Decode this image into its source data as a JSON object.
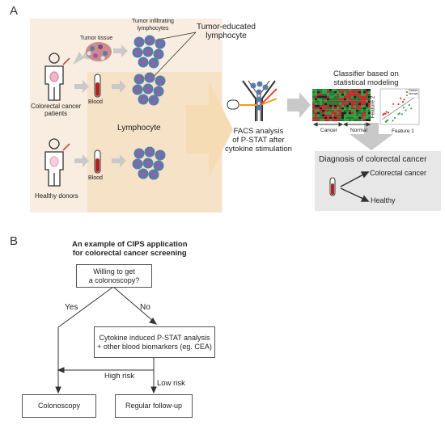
{
  "panel_a": {
    "letter": "A",
    "tumor_tissue": "Tumor tissue",
    "tumor_infiltrating": [
      "Tumor infiltrating",
      "lymphocytes"
    ],
    "tumor_educated": [
      "Tumor-educated",
      "lymphocyte"
    ],
    "crc_patients": [
      "Colorectal cancer",
      "patients"
    ],
    "blood_top": "Blood",
    "blood_bottom": "Blood",
    "lymphocyte": "Lymphocyte",
    "healthy_donors": "Healthy donors",
    "facs": [
      "FACS analysis",
      "of P-STAT after",
      "cytokine stimulation"
    ],
    "classifier": [
      "Classifier based on",
      "statistical modeling"
    ],
    "heatmap_cancer": "Cancer",
    "heatmap_normal": "Normal",
    "feature1": "Feature 1",
    "feature2": "Feature 2",
    "legend_cancer": "Cancer",
    "legend_normal": "Normal",
    "diagnosis_title": "Diagnosis of colorectal cancer",
    "diag_cancer": "Colorectal cancer",
    "diag_healthy": "Healthy"
  },
  "panel_b": {
    "letter": "B",
    "title": [
      "An example of CIPS application",
      "for colorectal cancer screening"
    ],
    "q_colonoscopy": [
      "Willing to get",
      "a colonoscopy?"
    ],
    "yes": "Yes",
    "no": "No",
    "cytokine_box": [
      "Cytokine induced P-STAT analysis",
      "+ other blood biomarkers (eg. CEA)"
    ],
    "high_risk": "High risk",
    "low_risk": "Low risk",
    "colonoscopy": "Colonoscopy",
    "followup": "Regular follow-up"
  },
  "colors": {
    "bg_peach": "#f8ede0",
    "bg_peach_dark": "#f6e3c8",
    "arrow_gray": "#c9c9c9",
    "big_arrow": "#f6dcb5",
    "cell": "#5a7ba8",
    "cell_core": "#a557a8",
    "diag_bg": "#e7e7e7"
  }
}
